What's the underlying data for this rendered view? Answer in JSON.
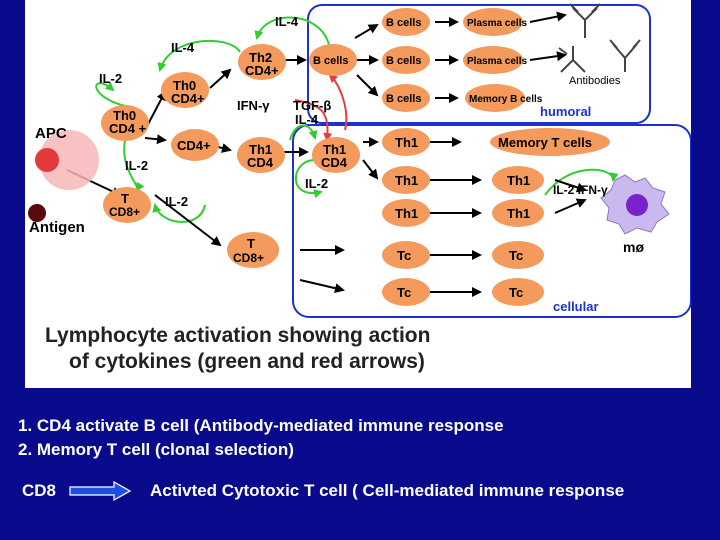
{
  "diagram": {
    "cells": {
      "apc": "APC",
      "antigen": "Antigen",
      "th0_a": "Th0",
      "th0_b": "CD4+",
      "th0b_a": "Th0",
      "th0b_b": "CD4 +",
      "th2_a": "Th2",
      "th2_b": "CD4+",
      "cd4": "CD4+",
      "th1_a": "Th1",
      "th1_b": "CD4",
      "th1c_a": "Th1",
      "th1c_b": "CD4",
      "tcd8_a": "T",
      "tcd8_b": "CD8+",
      "tcd8b_a": "T",
      "tcd8b_b": "CD8+",
      "bcell": "B cells",
      "bcells": "B cells",
      "plasma": "Plasma cells",
      "memory_b": "Memory B cells",
      "memory_t": "Memory T cells",
      "th1": "Th1",
      "tc": "Tc",
      "mo": "mø"
    },
    "cytokines": {
      "il4": "IL-4",
      "il2": "IL-2",
      "ifn": "IFN-γ",
      "tgf": "TGF-β",
      "il2_ifn": "IL-2 IFN-γ"
    },
    "labels": {
      "antibodies": "Antibodies",
      "humoral": "humoral",
      "cellular": "cellular"
    },
    "caption": [
      "Lymphocyte activation showing action",
      "of cytokines (green and red arrows)"
    ]
  },
  "text": {
    "line1": "1. CD4 activate B cell (Antibody-mediated immune response",
    "line2": "2. Memory T cell (clonal selection)",
    "cd8": "CD8",
    "result": "Activted Cytotoxic T cell ( Cell-mediated immune response"
  },
  "colors": {
    "background": "#0a0a8c",
    "cell": "#f39a5c",
    "cytokine_arrow": "#33cc33",
    "inhibit_arrow": "#e0403a",
    "box_border": "#1a33cc"
  }
}
